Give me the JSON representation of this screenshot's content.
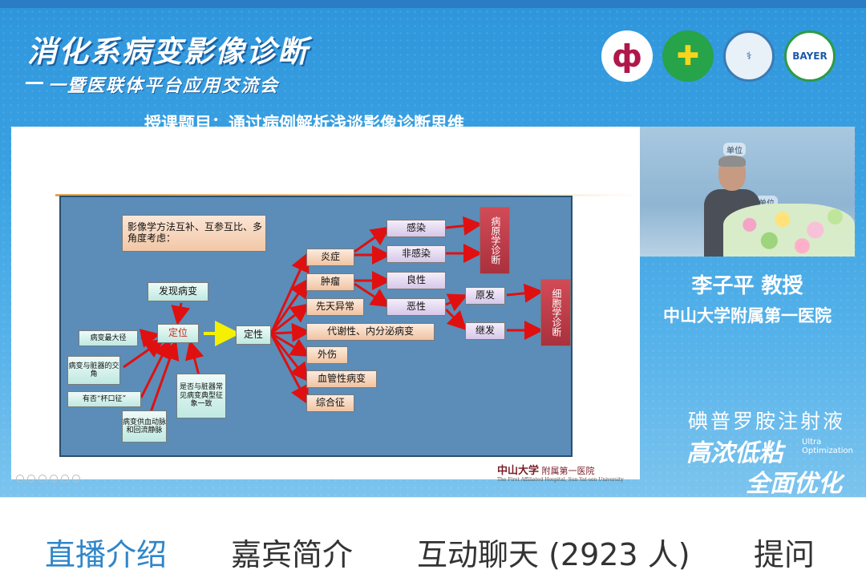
{
  "broadcast": {
    "title_main": "消化系病变影像诊断",
    "title_sub": "一暨医联体平台应用交流会",
    "lecture_label": "授课题目：",
    "lecture_title": "通过病例解析浅谈影像诊断思维",
    "logo_4_text": "BAYER"
  },
  "slide": {
    "note": "影像学方法互补、互参互比、多角度考虑：",
    "discover": "发现病变",
    "locate": "定位",
    "qualitative": "定性",
    "factors": [
      "病变最大径",
      "病变与脏器的交角",
      "有否“杯口征”",
      "病变供血动脉和回流静脉",
      "是否与脏器常见病变典型征象一致"
    ],
    "categories": [
      "炎症",
      "肿瘤",
      "先天异常",
      "代谢性、内分泌病变",
      "外伤",
      "血管性病变",
      "综合征"
    ],
    "inflammation": [
      "感染",
      "非感染"
    ],
    "tumor": [
      "良性",
      "恶性"
    ],
    "malignant": [
      "原发",
      "继发"
    ],
    "pathogen": "病原学诊断",
    "cytology": "细胞学诊断",
    "footer_org": "中山大学",
    "footer_dept": "附属第一医院",
    "footer_en": "The First Affiliated Hospital, Sun Yat-sen University"
  },
  "speaker": {
    "name": "李子平 教授",
    "org": "中山大学附属第一医院",
    "sign_1": "单位",
    "sign_2": "单位"
  },
  "sponsor": {
    "drug": "碘普罗胺注射液",
    "tag_1": "高浓低粘",
    "tag_en": "Ultra Optimization",
    "tag_2": "全面优化"
  },
  "tabs": [
    {
      "label": "直播介绍",
      "active": true
    },
    {
      "label": "嘉宾简介",
      "active": false
    },
    {
      "label": "互动聊天 (2923 人)",
      "active": false
    },
    {
      "label": "提问",
      "active": false
    }
  ],
  "colors": {
    "accent": "#2f86c9",
    "stage": "#3aa2e2",
    "diagram_bg": "#5b8db8",
    "arrow_red": "#e01010",
    "arrow_yellow": "#f5f000"
  }
}
